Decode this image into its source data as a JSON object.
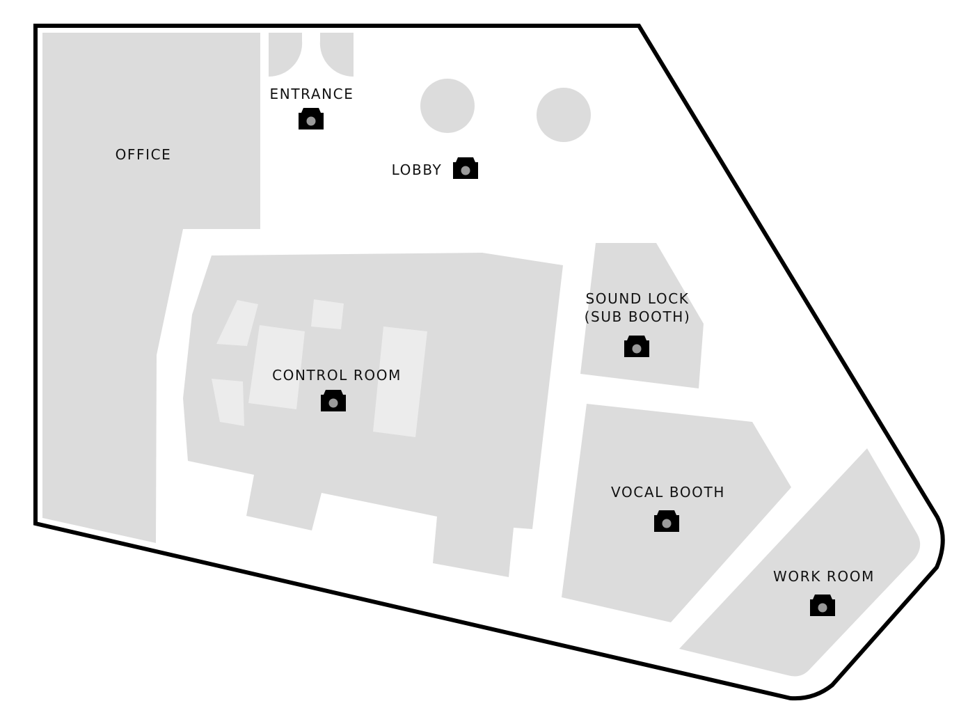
{
  "colors": {
    "room_fill": "#dcdcdc",
    "furniture_fill": "#ececec",
    "outline": "#000000",
    "camera": "#000000",
    "camera_lens": "#9a9a9a"
  },
  "icons": {
    "room_camera": "camera-icon"
  },
  "rooms": {
    "entrance": {
      "label": "ENTRANCE"
    },
    "office": {
      "label": "OFFICE"
    },
    "lobby": {
      "label": "LOBBY"
    },
    "sound_lock": {
      "label_line1": "SOUND LOCK",
      "label_line2": "(SUB BOOTH)"
    },
    "control_room": {
      "label": "CONTROL ROOM"
    },
    "vocal_booth": {
      "label": "VOCAL BOOTH"
    },
    "work_room": {
      "label": "WORK ROOM"
    }
  }
}
